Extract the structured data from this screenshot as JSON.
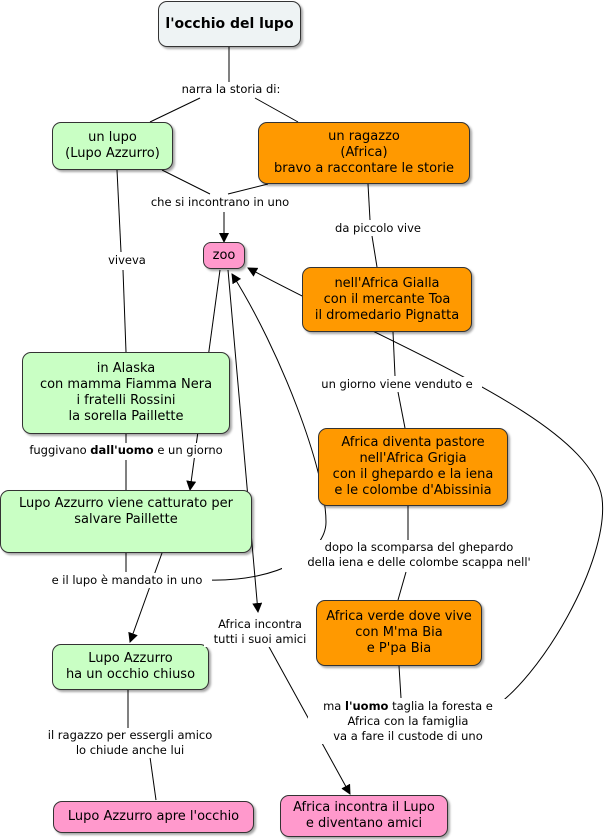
{
  "nodes": {
    "root": "l'occhio del lupo",
    "lupo": "un lupo\n(Lupo Azzurro)",
    "ragazzo": "un ragazzo\n(Africa)\nbravo a raccontare le storie",
    "zoo": "zoo",
    "africa_gialla": "nell'Africa Gialla\ncon il mercante Toa\nil dromedario Pignatta",
    "alaska": "in Alaska\ncon mamma Fiamma Nera\ni fratelli Rossini\nla sorella Paillette",
    "africa_grigia": "Africa diventa pastore\nnell'Africa Grigia\ncon il ghepardo e la iena\ne le colombe d'Abissinia",
    "catturato": "Lupo Azzurro viene catturato per\nsalvare Paillette",
    "africa_verde": "Africa verde dove vive\ncon M'ma Bia\ne P'pa Bia",
    "occhio_chiuso": "Lupo Azzurro\nha un occhio chiuso",
    "apre_occhio": "Lupo Azzurro apre l'occhio",
    "incontra_lupo": "Africa incontra il Lupo\ne diventano amici"
  },
  "labels": {
    "narra": "narra la storia di:",
    "incontrano": "che si incontrano in uno",
    "viveva": "viveva",
    "da_piccolo": "da piccolo vive",
    "venduto": "un giorno viene venduto e",
    "fuggivano_pre": "fuggivano ",
    "fuggivano_bold": "dall'uomo",
    "fuggivano_post": " e un giorno",
    "scomparsa": "dopo la scomparsa del ghepardo\ndella iena e delle colombe scappa nell'",
    "mandato": "e il lupo è mandato in uno",
    "incontra_amici": "Africa incontra\ntutti i suoi amici",
    "ma_pre": "ma  ",
    "ma_bold": "l'uomo",
    "ma_post": " taglia la foresta e\nAfrica con la famiglia\nva a fare il custode di uno",
    "ragazzo_amico": "il ragazzo per essergli amico\nlo chiude anche lui"
  },
  "colors": {
    "green": "#c9ffc4",
    "orange": "#ff9900",
    "pink": "#ff99cc",
    "root": "#eef3f4",
    "line": "#000000"
  }
}
